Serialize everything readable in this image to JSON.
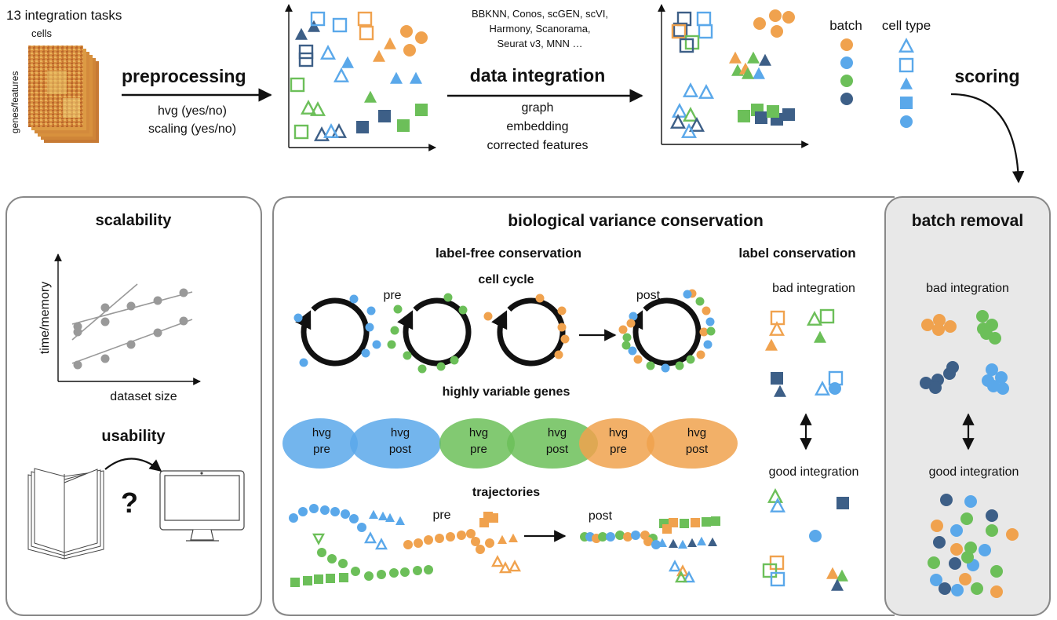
{
  "colors": {
    "orange": "#f0a24e",
    "lightblue": "#5aa8ea",
    "green": "#6cbf59",
    "darkblue": "#3d5f87",
    "gray": "#999999",
    "panel_border": "#888888",
    "batch_panel_bg": "#e8e8e8"
  },
  "top": {
    "tasks_label": "13 integration tasks",
    "cells_label": "cells",
    "genes_label": "genes/features",
    "preprocessing_label": "preprocessing",
    "preprocessing_options": [
      "hvg (yes/no)",
      "scaling (yes/no)"
    ],
    "methods_lines": [
      "BBKNN, Conos, scGEN, scVI,",
      "Harmony, Scanorama,",
      "Seurat v3, MNN …"
    ],
    "integration_label": "data integration",
    "output_types": [
      "graph",
      "embedding",
      "corrected features"
    ],
    "scoring_label": "scoring",
    "legend": {
      "batch_title": "batch",
      "celltype_title": "cell type",
      "batch_colors": [
        "orange",
        "lightblue",
        "green",
        "darkblue"
      ],
      "celltype_shapes": [
        "open-triangle",
        "open-square",
        "triangle",
        "square",
        "circle"
      ]
    }
  },
  "scalability_panel": {
    "title": "scalability",
    "ylabel": "time/memory",
    "xlabel": "dataset size",
    "usability_title": "usability",
    "question_mark": "?",
    "book_icon": "book-icon",
    "monitor_icon": "monitor-icon"
  },
  "bio_panel": {
    "title": "biological variance conservation",
    "label_free_title": "label-free conservation",
    "cell_cycle_title": "cell cycle",
    "pre_label": "pre",
    "post_label": "post",
    "hvg_title": "highly variable genes",
    "venns": [
      {
        "color": "lightblue",
        "left": [
          "hvg",
          "pre"
        ],
        "right": [
          "hvg",
          "post"
        ]
      },
      {
        "color": "green",
        "left": [
          "hvg",
          "pre"
        ],
        "right": [
          "hvg",
          "post"
        ]
      },
      {
        "color": "orange",
        "left": [
          "hvg",
          "pre"
        ],
        "right": [
          "hvg",
          "post"
        ]
      }
    ],
    "trajectories_title": "trajectories",
    "traj_pre_label": "pre",
    "traj_post_label": "post",
    "label_conservation_title": "label conservation",
    "bad_integration": "bad integration",
    "good_integration": "good integration"
  },
  "batch_panel": {
    "title": "batch removal",
    "bad_integration": "bad integration",
    "good_integration": "good integration"
  }
}
